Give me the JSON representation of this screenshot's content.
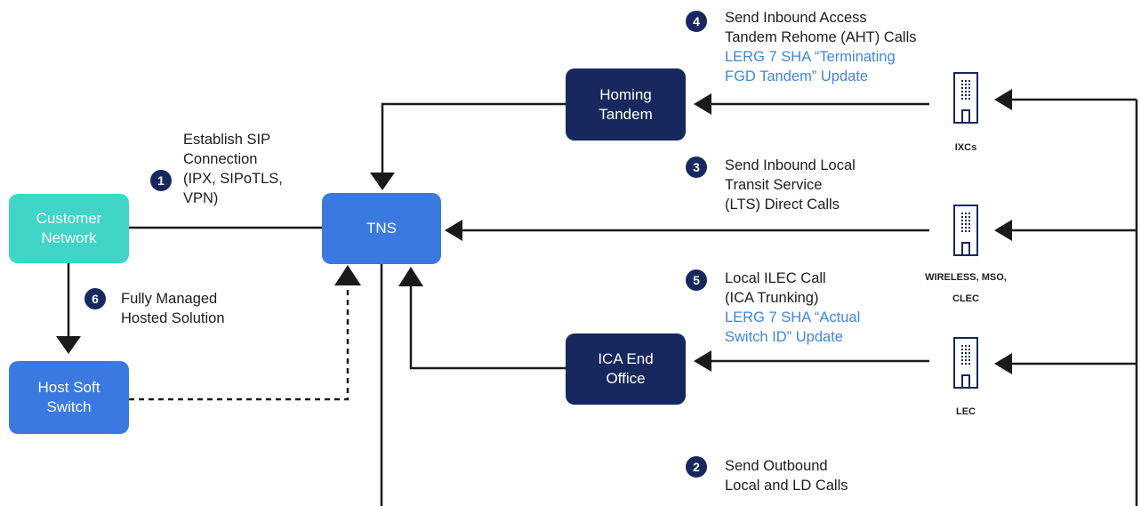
{
  "nodes": {
    "customer_network": "Customer\nNetwork",
    "host_soft_switch": "Host Soft\nSwitch",
    "tns": "TNS",
    "homing_tandem": "Homing\nTandem",
    "ica_end_office": "ICA End\nOffice"
  },
  "carriers": {
    "ixcs": "IXCs",
    "wireless": "WIRELESS, MSO,\nCLEC",
    "lec": "LEC"
  },
  "steps": [
    {
      "number": "1",
      "lines": [
        "Establish SIP",
        "Connection",
        "(IPX, SIPoTLS,",
        "VPN)"
      ],
      "note": []
    },
    {
      "number": "2",
      "lines": [
        "Send Outbound",
        "Local and LD Calls"
      ],
      "note": []
    },
    {
      "number": "3",
      "lines": [
        "Send Inbound Local",
        "Transit Service",
        "(LTS) Direct Calls"
      ],
      "note": []
    },
    {
      "number": "4",
      "lines": [
        "Send Inbound Access",
        "Tandem Rehome (AHT) Calls"
      ],
      "note": [
        "LERG 7 SHA “Terminating",
        "FGD Tandem” Update"
      ]
    },
    {
      "number": "5",
      "lines": [
        "Local ILEC Call",
        "(ICA Trunking)"
      ],
      "note": [
        "LERG 7 SHA “Actual",
        "Switch ID” Update"
      ]
    },
    {
      "number": "6",
      "lines": [
        "Fully Managed",
        "Hosted Solution"
      ],
      "note": []
    }
  ],
  "colors": {
    "teal": "#40d5c6",
    "blue": "#3a7ae0",
    "navy": "#17285e",
    "highlight_text": "#3f86e0",
    "line": "#1a1a1a"
  }
}
